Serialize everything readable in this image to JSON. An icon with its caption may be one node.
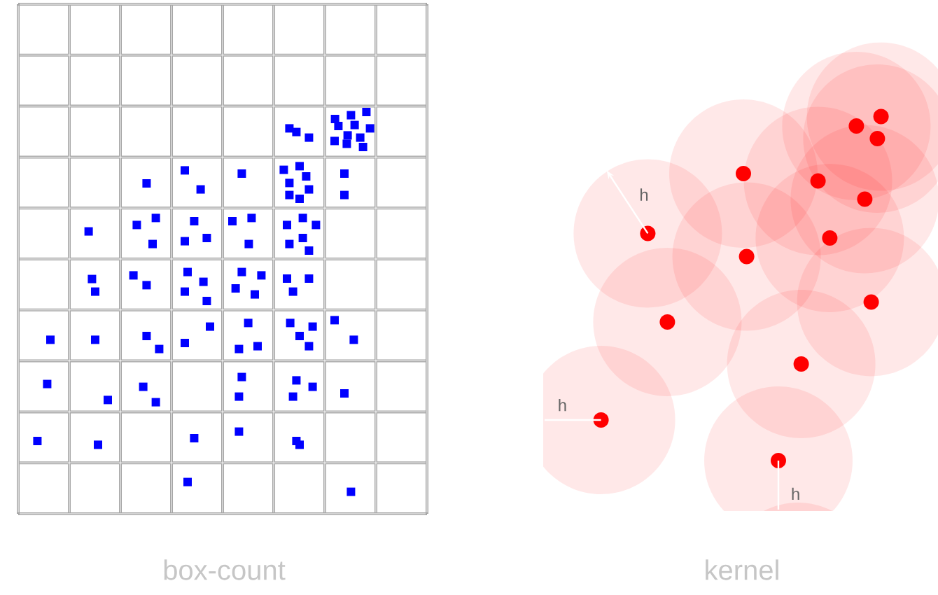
{
  "diagram": {
    "labels": [
      "h",
      "h",
      "h",
      "box-count",
      "kernel"
    ]
  }
}
